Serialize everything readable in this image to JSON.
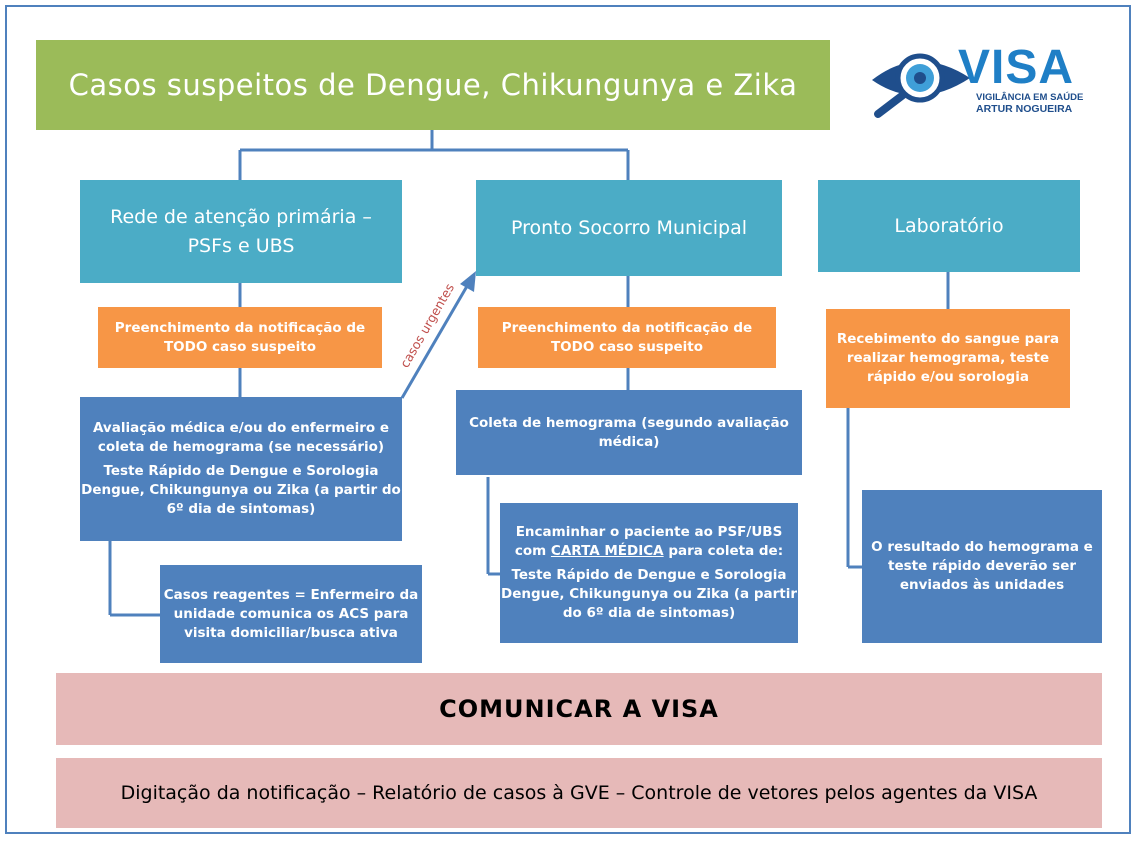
{
  "title": "Casos suspeitos de Dengue, Chikungunya e Zika",
  "logo": {
    "main": "VISA",
    "line1": "VIGILÂNCIA EM SAÚDE",
    "line2": "ARTUR NOGUEIRA"
  },
  "columns": {
    "primary": {
      "header_line1": "Rede de atenção primária –",
      "header_line2": "PSFs e UBS",
      "notify_line1": "Preenchimento da notificação de",
      "notify_line2": "TODO caso suspeito",
      "eval_line1": "Avaliação médica e/ou do enfermeiro e",
      "eval_line2": "coleta de hemograma (se necessário)",
      "eval_line3": "Teste Rápido de Dengue e Sorologia",
      "eval_line4": "Dengue, Chikungunya ou Zika (a partir do",
      "eval_line5": "6º dia de sintomas)",
      "react_line1": "Casos reagentes = Enfermeiro da",
      "react_line2": "unidade comunica os ACS para",
      "react_line3": "visita domiciliar/busca ativa"
    },
    "arrow_label": "casos urgentes",
    "emergency": {
      "header": "Pronto Socorro Municipal",
      "notify_line1": "Preenchimento da notificação de",
      "notify_line2": "TODO caso suspeito",
      "collect_line1": "Coleta de hemograma (segundo avaliação",
      "collect_line2": "médica)",
      "refer_line1": "Encaminhar o paciente ao PSF/UBS",
      "refer_line2_pre": "com ",
      "refer_line2_link": "CARTA MÉDICA",
      "refer_line2_post": " para coleta de:",
      "refer_line3": "Teste Rápido de Dengue e Sorologia",
      "refer_line4": "Dengue, Chikungunya ou Zika (a partir",
      "refer_line5": "do 6º dia de sintomas)"
    },
    "lab": {
      "header": "Laboratório",
      "receive_line1": "Recebimento do sangue para",
      "receive_line2": "realizar hemograma, teste",
      "receive_line3": "rápido e/ou sorologia",
      "result_line1": "O resultado do hemograma e",
      "result_line2": "teste rápido deverão ser",
      "result_line3": "enviados às unidades"
    }
  },
  "communicate": "COMUNICAR A VISA",
  "footer": "Digitação da notificação – Relatório de casos à GVE – Controle de vetores pelos agentes da VISA",
  "colors": {
    "green": "#9bbb59",
    "teal": "#4bacc6",
    "orange": "#f79646",
    "blue": "#4f81bd",
    "pink": "#e6b9b8",
    "arrow_label": "#c0504d"
  }
}
